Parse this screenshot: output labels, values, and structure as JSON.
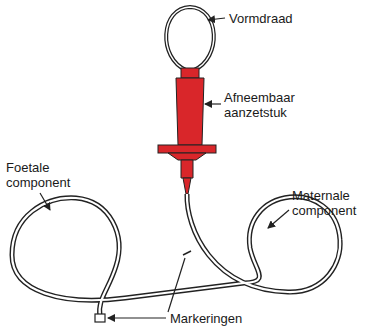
{
  "diagram": {
    "labels": [
      "Vormdraad",
      "Afneembaar aanzetstuk",
      "Foetale component",
      "Maternale component",
      "Markeringen"
    ]
  }
}
